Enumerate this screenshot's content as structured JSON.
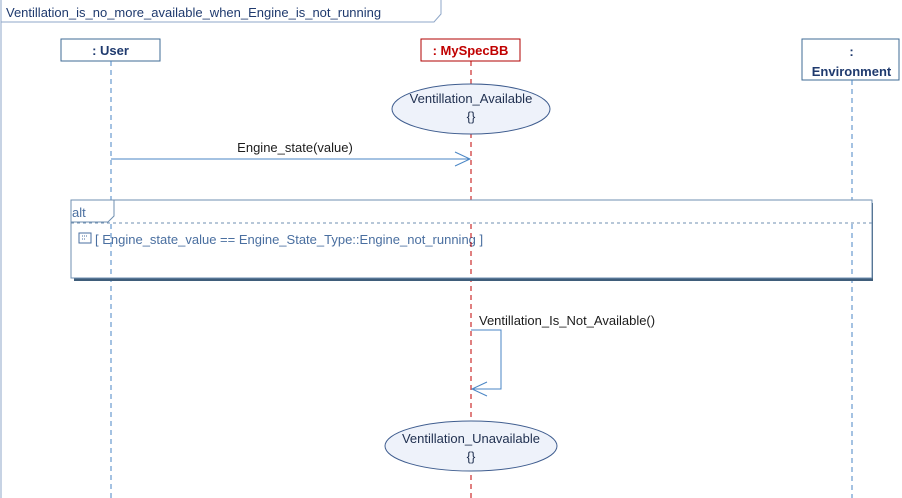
{
  "diagram": {
    "title": "Ventillation_is_no_more_available_when_Engine_is_not_running",
    "lifelines": [
      {
        "id": "user",
        "label": ": User"
      },
      {
        "id": "spec",
        "label": ": MySpecBB"
      },
      {
        "id": "env",
        "label_line1": ":",
        "label_line2": "Environment"
      }
    ],
    "states": [
      {
        "name": "Ventillation_Available",
        "body": "{}"
      },
      {
        "name": "Ventillation_Unavailable",
        "body": "{}"
      }
    ],
    "messages": [
      {
        "label": "Engine_state(value)",
        "from": "user",
        "to": "spec"
      },
      {
        "label": "Ventillation_Is_Not_Available()",
        "from": "spec",
        "to": "spec"
      }
    ],
    "fragment": {
      "operator": "alt",
      "guard": "[ Engine_state_value == Engine_State_Type::Engine_not_running   ]"
    }
  }
}
